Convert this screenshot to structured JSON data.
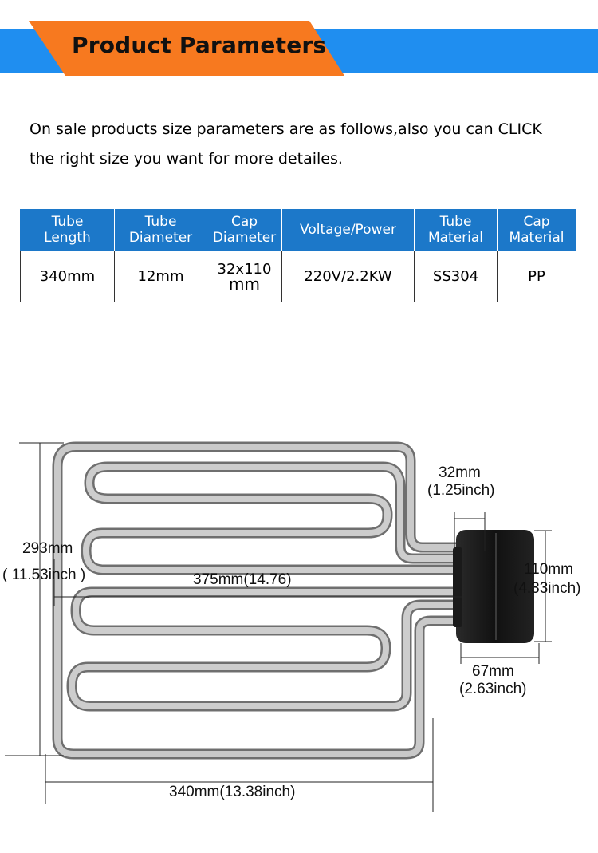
{
  "banner": {
    "title": "Product Parameters"
  },
  "intro": {
    "line1": "On sale products size parameters are as follows,also you can CLICK",
    "line2": "the right size you want for more detailes."
  },
  "table": {
    "headers": [
      [
        "Tube",
        "Length"
      ],
      [
        "Tube",
        "Diameter"
      ],
      [
        "Cap",
        "Diameter"
      ],
      [
        "Voltage/Power",
        ""
      ],
      [
        "Tube",
        "Material"
      ],
      [
        "Cap",
        "Material"
      ]
    ],
    "row": {
      "tube_length": "340mm",
      "tube_diameter": "12mm",
      "cap_diameter_top": "32x110",
      "cap_diameter_bottom": "mm",
      "voltage_power": "220V/2.2KW",
      "tube_material": "SS304",
      "cap_material": "PP"
    }
  },
  "dimensions": {
    "height_mm": "293mm",
    "height_in": "( 11.53inch )",
    "length_center": "375mm(14.76)",
    "cap_offset_mm": "32mm",
    "cap_offset_in": "(1.25inch)",
    "cap_height_mm": "110mm",
    "cap_height_in": "(4.33inch)",
    "cap_width_mm": "67mm",
    "cap_width_in": "(2.63inch)",
    "width_total": "340mm(13.38inch)"
  },
  "colors": {
    "banner_blue": "#1f8ef0",
    "banner_orange": "#f7791f",
    "header_blue": "#1c78c9"
  }
}
